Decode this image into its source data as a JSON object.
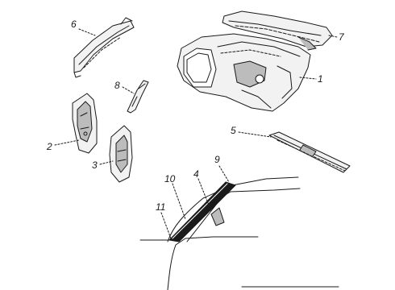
{
  "callouts": {
    "c1": "1",
    "c2": "2",
    "c3": "3",
    "c4": "4",
    "c5": "5",
    "c6": "6",
    "c7": "7",
    "c8": "8",
    "c9": "9",
    "c10": "10",
    "c11": "11"
  },
  "colors": {
    "ink": "#1a1a1a",
    "fill": "#f2f2f2",
    "shade": "#bcbcbc"
  }
}
